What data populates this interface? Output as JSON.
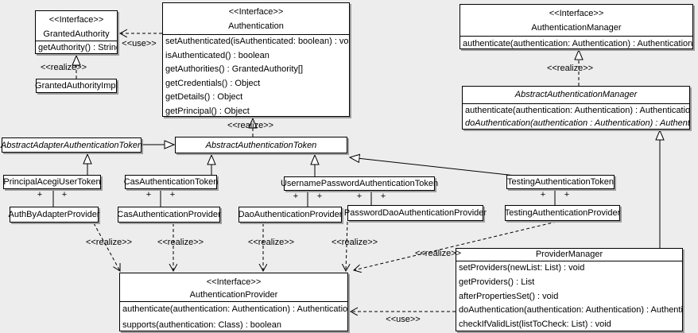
{
  "background": "#ededed",
  "box_fill": "#ffffff",
  "line_color": "#000000",
  "shadow_color": "#9e9e9e",
  "labels": {
    "use": "<<use>>",
    "realize": "<<realize>>",
    "plus": "+"
  },
  "classes": {
    "granted_authority": {
      "stereotype": "<<Interface>>",
      "name": "GrantedAuthority",
      "methods": [
        "getAuthority() : String"
      ]
    },
    "granted_authority_impl": {
      "name": "GrantedAuthorityImpl"
    },
    "authentication": {
      "stereotype": "<<Interface>>",
      "name": "Authentication",
      "methods": [
        "setAuthenticated(isAuthenticated: boolean) : void",
        "isAuthenticated() : boolean",
        "getAuthorities() : GrantedAuthority[]",
        "getCredentials() : Object",
        "getDetails() : Object",
        "getPrincipal() : Object"
      ]
    },
    "authentication_manager": {
      "stereotype": "<<Interface>>",
      "name": "AuthenticationManager",
      "methods": [
        "authenticate(authentication: Authentication) : Authentication"
      ]
    },
    "abstract_authentication_manager": {
      "name": "AbstractAuthenticationManager",
      "methods": [
        "authenticate(authentication: Authentication) : Authentication",
        "doAuthentication(authentication : Authentication) : Authentication"
      ]
    },
    "abstract_adapter_authentication_token": {
      "name": "AbstractAdapterAuthenticationToken"
    },
    "abstract_authentication_token": {
      "name": "AbstractAuthenticationToken"
    },
    "principal_acegi_user_token": {
      "name": "PrincipalAcegiUserToken"
    },
    "cas_authentication_token": {
      "name": "CasAuthenticationToken"
    },
    "username_password_authentication_token": {
      "name": "UsernamePasswordAuthenticationToken"
    },
    "testing_authentication_token": {
      "name": "TestingAuthenticationToken"
    },
    "auth_by_adapter_provider": {
      "name": "AuthByAdapterProvider"
    },
    "cas_authentication_provider": {
      "name": "CasAuthenticationProvider"
    },
    "dao_authentication_provider": {
      "name": "DaoAuthenticationProvider"
    },
    "password_dao_authentication_provider": {
      "name": "PasswordDaoAuthenticationProvider"
    },
    "testing_authentication_provider": {
      "name": "TestingAuthenticationProvider"
    },
    "authentication_provider": {
      "stereotype": "<<Interface>>",
      "name": "AuthenticationProvider",
      "methods": [
        "authenticate(authentication: Authentication) : Authentication",
        "supports(authentication: Class) : boolean"
      ]
    },
    "provider_manager": {
      "name": "ProviderManager",
      "methods": [
        "setProviders(newList: List) : void",
        "getProviders() : List",
        "afterPropertiesSet() : void",
        "doAuthentication(authentication: Authentication) : Authentication",
        "checkIfValidList(listToCheck: List) : void"
      ]
    }
  }
}
